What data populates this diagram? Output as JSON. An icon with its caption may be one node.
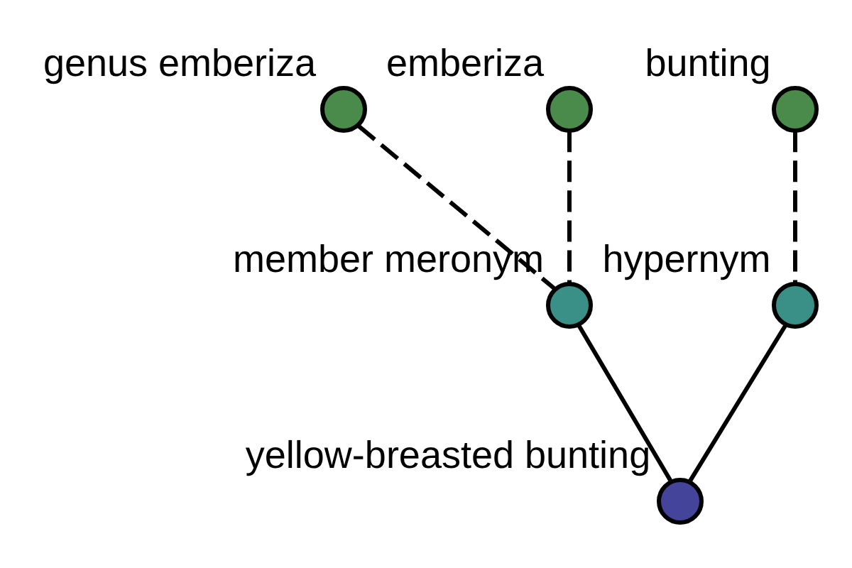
{
  "diagram": {
    "nodes": [
      {
        "text": [
          "genus emberiza"
        ]
      },
      {
        "text": [
          "bunting"
        ]
      },
      {
        "text": [
          "emberiza"
        ]
      },
      {
        "text": [
          "member meronym"
        ]
      },
      {
        "text": [
          "hypernym"
        ]
      },
      {
        "text": [
          "yellow-breasted bunting"
        ]
      }
    ],
    "edges": [
      {
        "from": 0,
        "to": 3,
        "arrow": "none",
        "style": "dashed"
      },
      {
        "from": 2,
        "to": 3,
        "arrow": "none",
        "style": "dashed"
      },
      {
        "from": 1,
        "to": 4,
        "arrow": "none",
        "style": "dashed"
      },
      {
        "from": 3,
        "to": 5,
        "arrow": "none"
      },
      {
        "from": 4,
        "to": 5,
        "arrow": "none"
      }
    ]
  }
}
